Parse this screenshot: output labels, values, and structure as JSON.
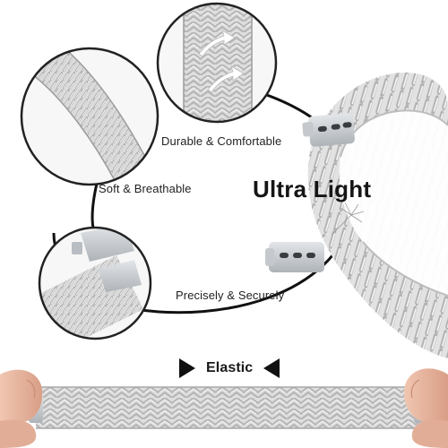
{
  "features": {
    "durable": "Durable & Comfortable",
    "soft": "Soft & Breathable",
    "precise": "Precisely & Securely",
    "ultra": "Ultra Light",
    "elastic": "Elastic"
  },
  "colors": {
    "band": "#dedede",
    "band_shadow": "#b4b4b4",
    "band_highlight": "#f4f4f4",
    "connector": "#c9ccd0",
    "arc": "#111111",
    "circle_border": "#222222",
    "skin": "#e9b8a2",
    "background": "#ffffff"
  },
  "icons": {
    "elastic_left": "triangle-right-icon",
    "elastic_right": "triangle-left-icon"
  }
}
